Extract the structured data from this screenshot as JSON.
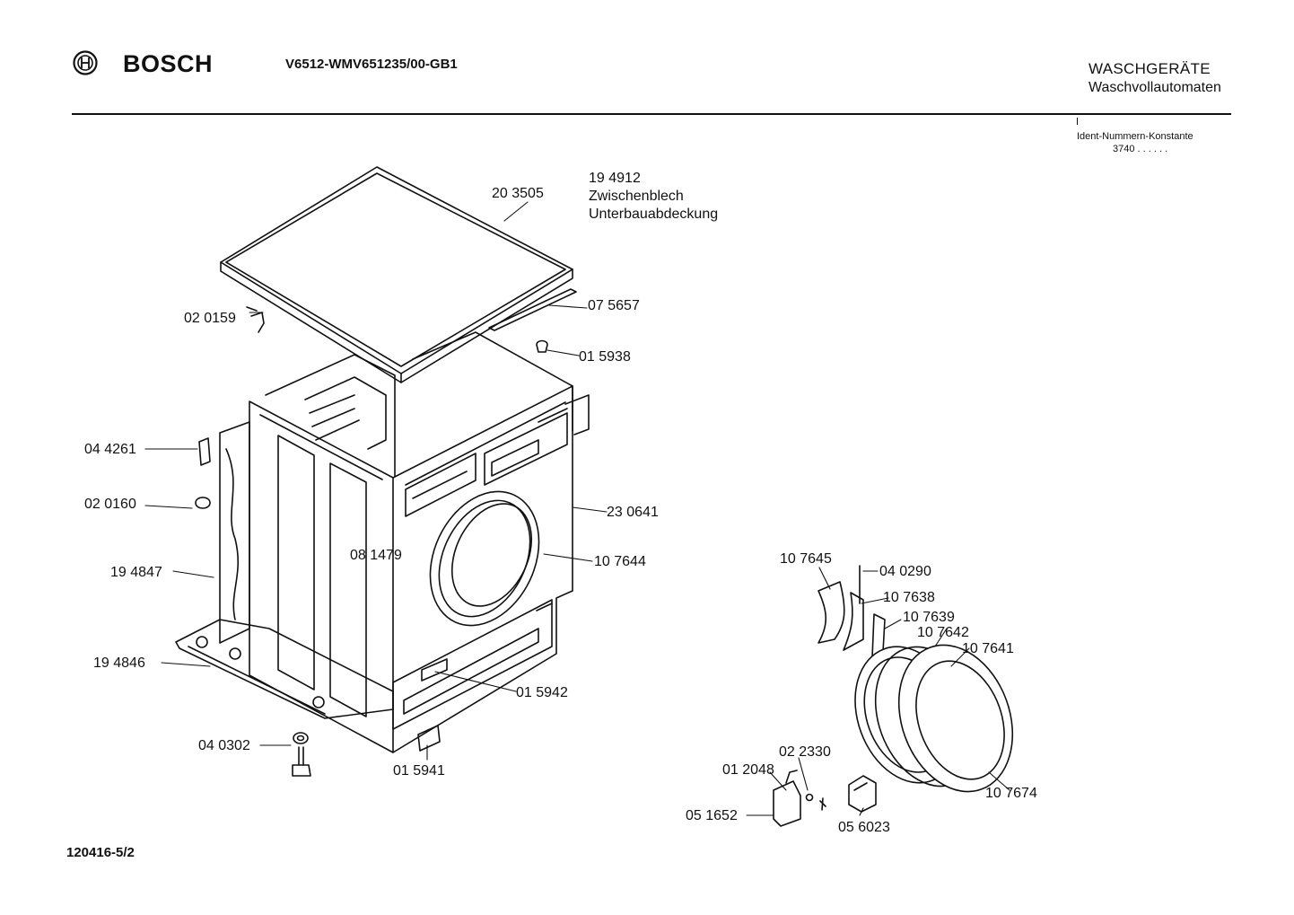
{
  "header": {
    "brand": "BOSCH",
    "model": "V6512-WMV651235/00-GB1",
    "category": "WASCHGERÄTE",
    "subcategory": "Waschvollautomaten",
    "ident_label": "Ident-Nummern-Konstante",
    "ident_value": "3740   . .    . . . ."
  },
  "labels": {
    "p194912": "19 4912",
    "zwischenblech": "Zwischenblech",
    "unterbau": "Unterbauabdeckung",
    "p203505": "20 3505",
    "p075657": "07 5657",
    "p020159": "02 0159",
    "p015938": "01 5938",
    "p044261": "04 4261",
    "p020160": "02 0160",
    "p081479": "08 1479",
    "p230641": "23 0641",
    "p107644": "10 7644",
    "p194847": "19 4847",
    "p194846": "19 4846",
    "p015942": "01 5942",
    "p040302": "04 0302",
    "p015941": "01 5941",
    "p107645": "10 7645",
    "p040290": "04 0290",
    "p107638": "10 7638",
    "p107639": "10 7639",
    "p107642": "10 7642",
    "p107641": "10 7641",
    "p022330": "02 2330",
    "p012048": "01 2048",
    "p051652": "05 1652",
    "p056023": "05 6023",
    "p107674": "10 7674"
  },
  "footer": {
    "code": "120416-5/2"
  },
  "colors": {
    "ink": "#111111",
    "paper": "#ffffff"
  }
}
